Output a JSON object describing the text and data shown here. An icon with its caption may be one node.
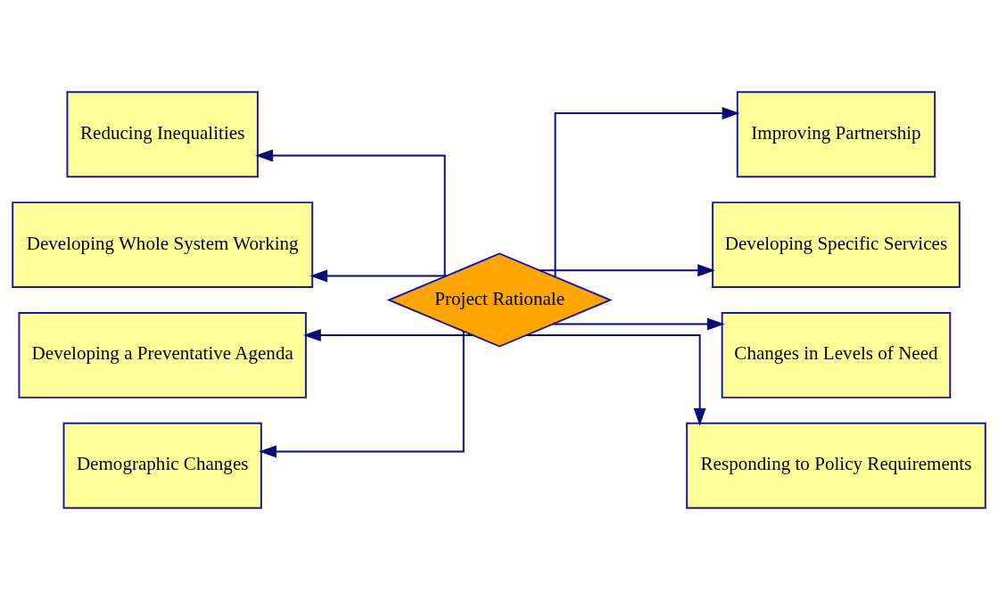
{
  "diagram": {
    "nodes": [
      {
        "text": [
          "Project Rationale"
        ]
      },
      {
        "text": [
          "Reducing Inequalities"
        ]
      },
      {
        "text": [
          "Developing Whole System Working"
        ]
      },
      {
        "text": [
          "Developing a Preventative Agenda"
        ]
      },
      {
        "text": [
          "Demographic Changes"
        ]
      },
      {
        "text": [
          "Improving Partnership"
        ]
      },
      {
        "text": [
          "Developing Specific Services"
        ]
      },
      {
        "text": [
          "Changes in Levels of Need"
        ]
      },
      {
        "text": [
          "Responding to Policy Requirements"
        ]
      }
    ],
    "edges": [
      {
        "from": 0,
        "to": 1,
        "arrow": "to"
      },
      {
        "from": 0,
        "to": 2,
        "arrow": "to"
      },
      {
        "from": 0,
        "to": 3,
        "arrow": "to"
      },
      {
        "from": 0,
        "to": 4,
        "arrow": "to"
      },
      {
        "from": 0,
        "to": 5,
        "arrow": "to"
      },
      {
        "from": 0,
        "to": 6,
        "arrow": "to"
      },
      {
        "from": 0,
        "to": 7,
        "arrow": "to"
      },
      {
        "from": 0,
        "to": 8,
        "arrow": "to"
      }
    ]
  }
}
